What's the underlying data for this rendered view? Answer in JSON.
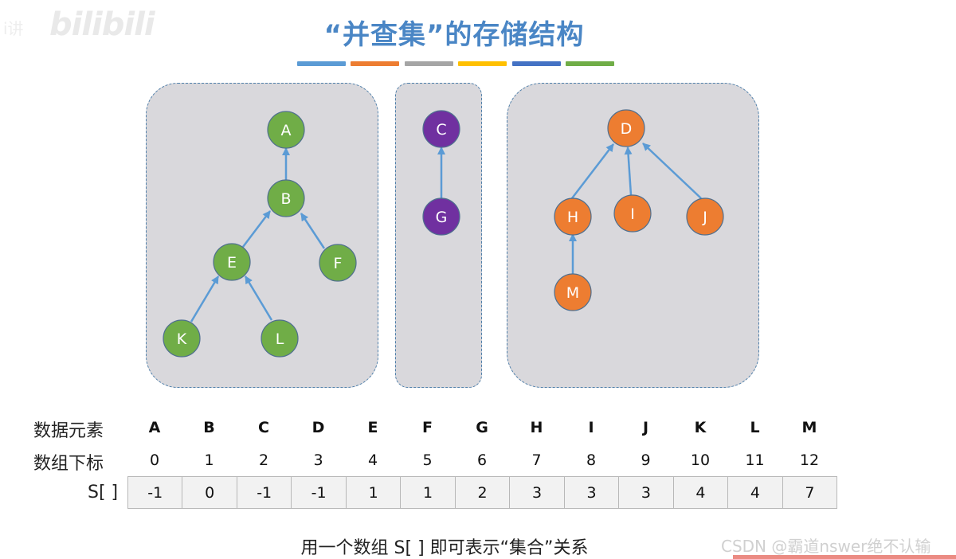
{
  "watermark": {
    "prefix": "i讲",
    "logo": "bilibili"
  },
  "title": "“并查集”的存储结构",
  "color_bars": [
    "#5b9bd5",
    "#ed7d31",
    "#a5a5a5",
    "#ffc000",
    "#4472c4",
    "#70ad47"
  ],
  "colors": {
    "green": "#70ad47",
    "purple": "#7030a0",
    "orange": "#ed7d31",
    "arrow": "#5b9bd5"
  },
  "trees": [
    {
      "name": "tree-1",
      "color": "green",
      "nodes": [
        "A",
        "B",
        "E",
        "F",
        "K",
        "L"
      ]
    },
    {
      "name": "tree-2",
      "color": "purple",
      "nodes": [
        "C",
        "G"
      ]
    },
    {
      "name": "tree-3",
      "color": "orange",
      "nodes": [
        "D",
        "H",
        "I",
        "J",
        "M"
      ]
    }
  ],
  "table": {
    "row_labels": {
      "elements": "数据元素",
      "indices": "数组下标",
      "s": "S[ ]"
    },
    "elements": [
      "A",
      "B",
      "C",
      "D",
      "E",
      "F",
      "G",
      "H",
      "I",
      "J",
      "K",
      "L",
      "M"
    ],
    "indices": [
      "0",
      "1",
      "2",
      "3",
      "4",
      "5",
      "6",
      "7",
      "8",
      "9",
      "10",
      "11",
      "12"
    ],
    "s_values": [
      "-1",
      "0",
      "-1",
      "-1",
      "1",
      "1",
      "2",
      "3",
      "3",
      "3",
      "4",
      "4",
      "7"
    ]
  },
  "caption": "用一个数组 S[ ] 即可表示“集合”关系",
  "footer_watermark": "CSDN @霸道nswer绝不认输"
}
